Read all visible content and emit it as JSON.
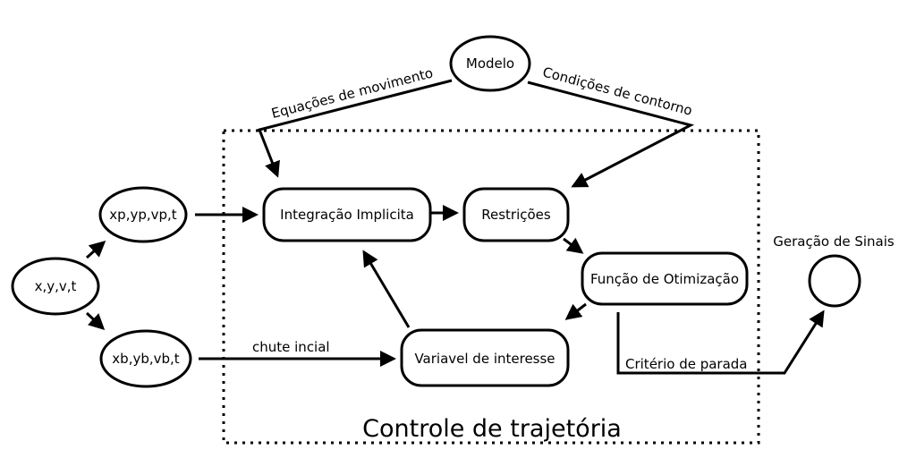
{
  "nodes": {
    "modelo": "Modelo",
    "xyvt": "x,y,v,t",
    "xp": "xp,yp,vp,t",
    "xb": "xb,yb,vb,t",
    "integracao": "Integração Implicita",
    "restricoes": "Restrições",
    "funcao": "Função de Otimização",
    "variavel": "Variavel de interesse",
    "geracao": "Geração de Sinais"
  },
  "edges": {
    "equacoes": "Equações de movimento",
    "condicoes": "Condições de contorno",
    "chute": "chute incial",
    "criterio": "Critério de parada"
  },
  "region": {
    "title": "Controle de trajetória"
  }
}
